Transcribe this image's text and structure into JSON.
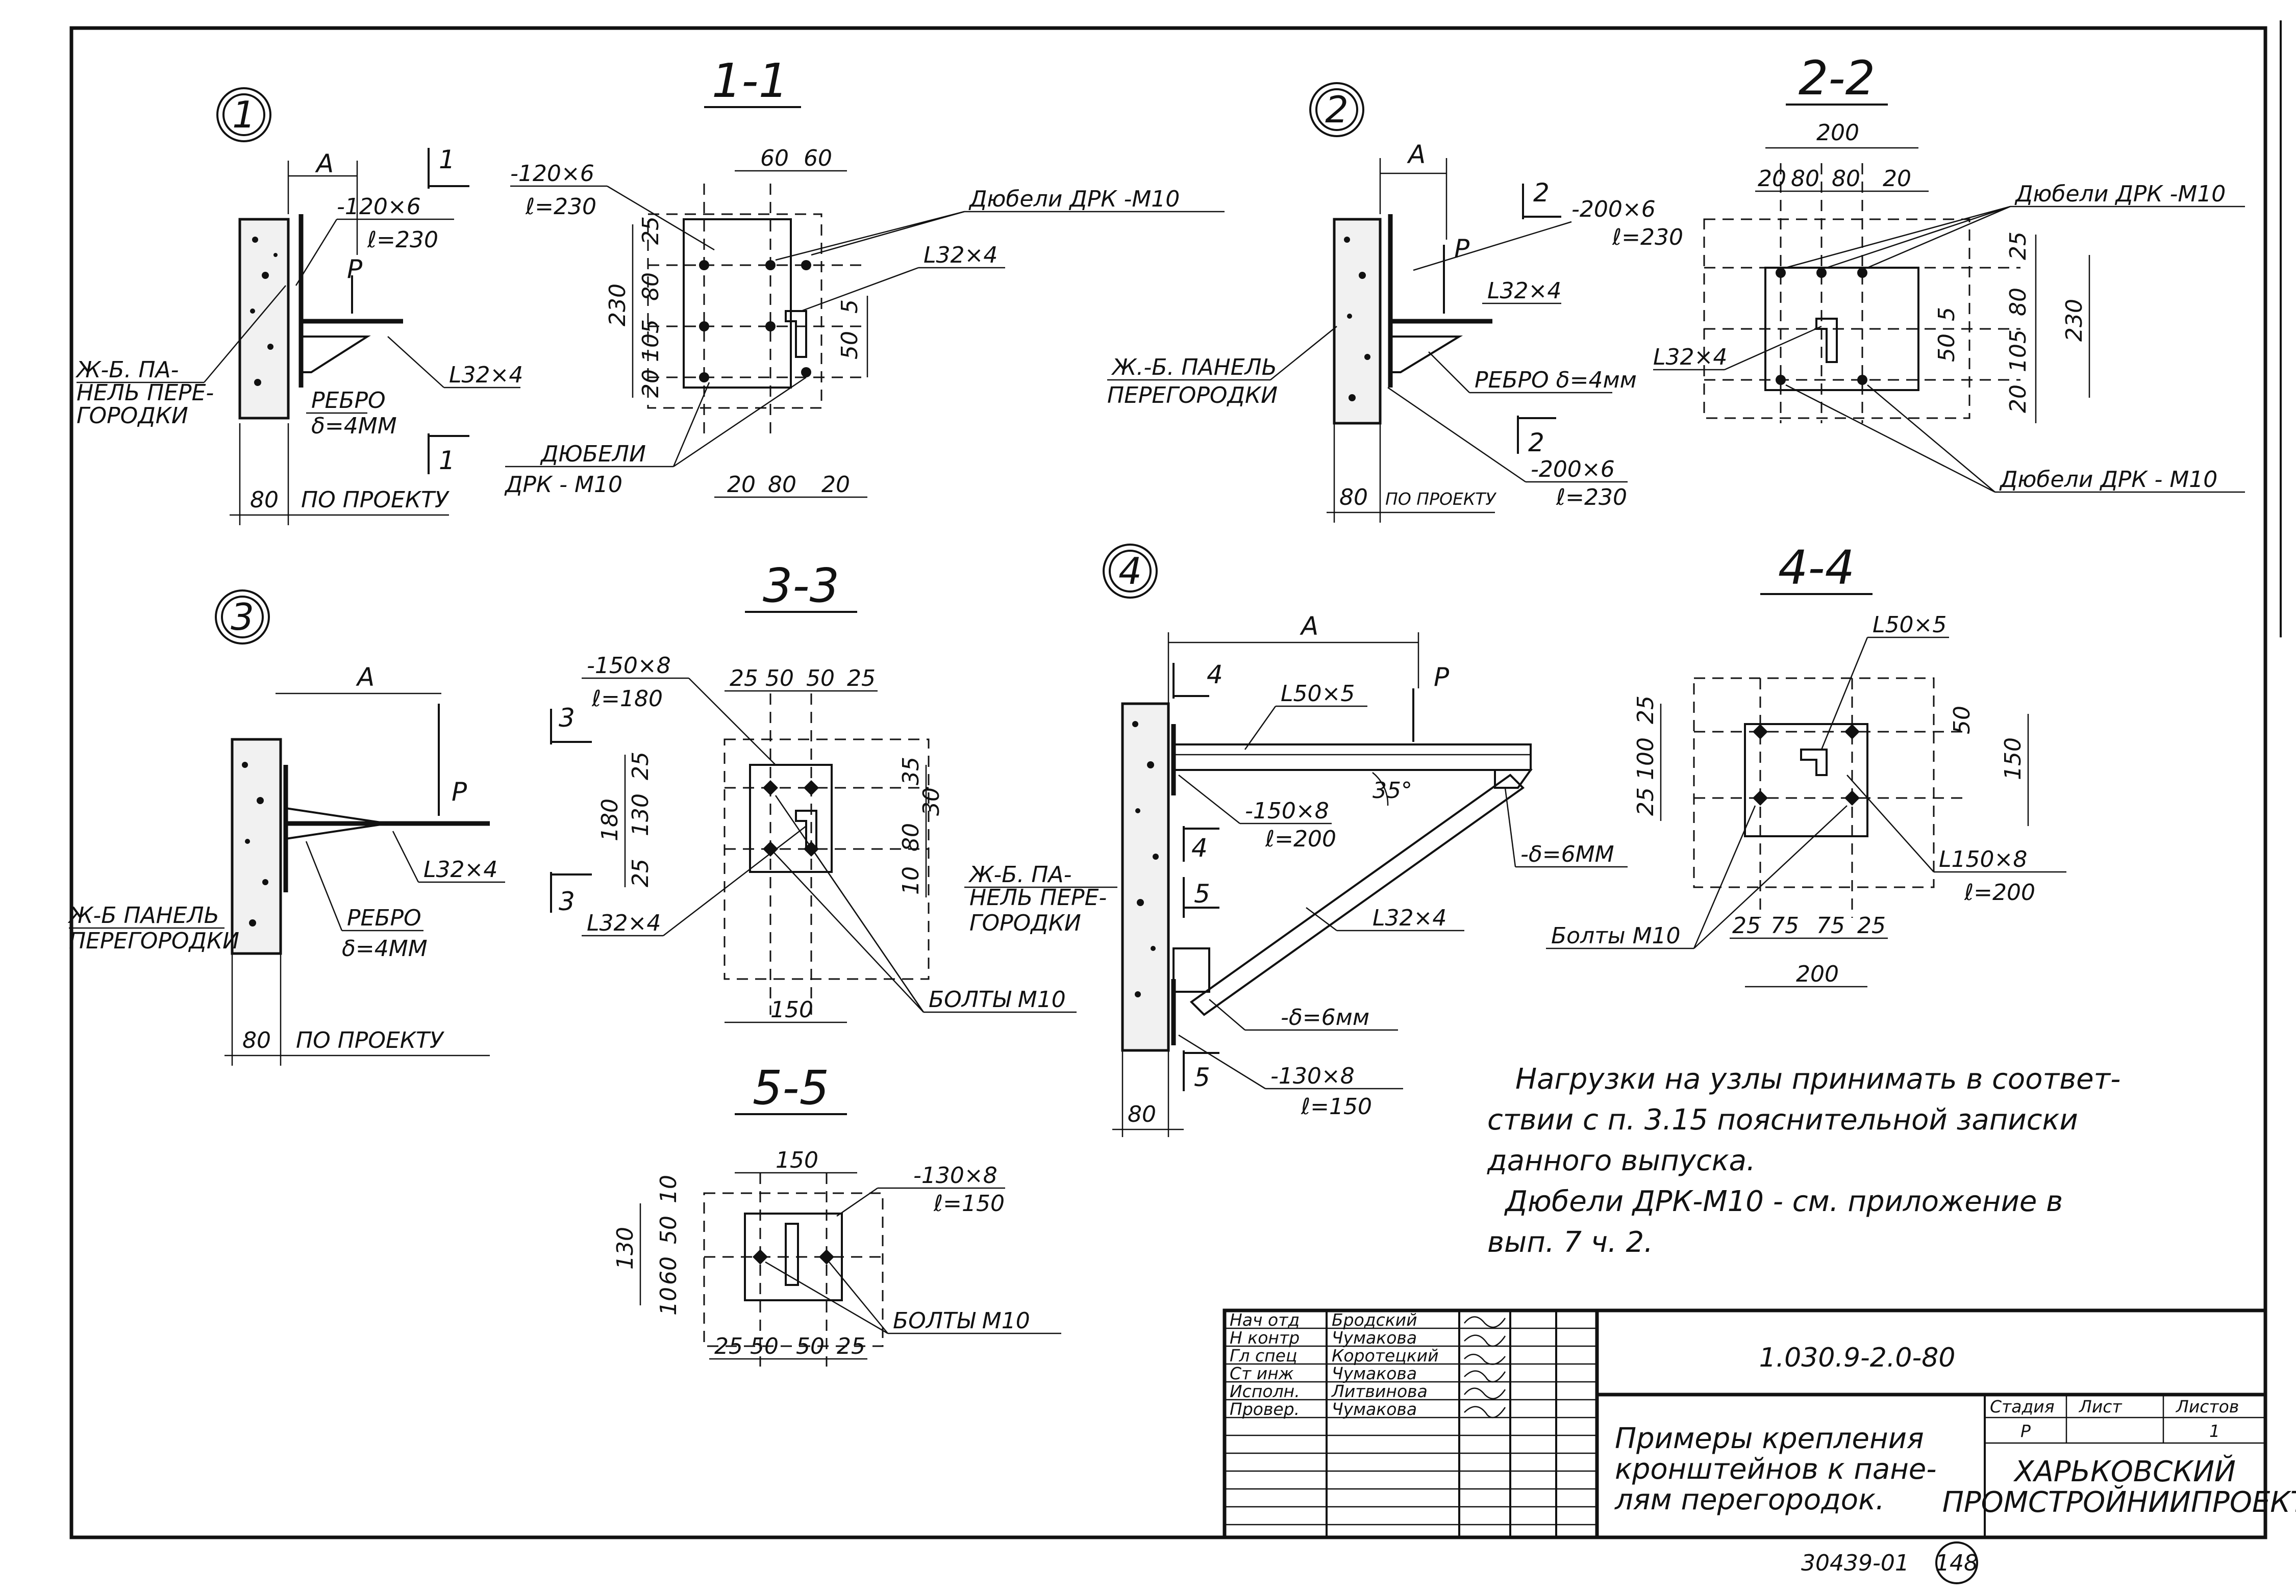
{
  "nodes": {
    "n1": {
      "marker": "1",
      "section_title": "1-1",
      "dim_a": "A",
      "cut_mark": "1",
      "plate_label_1": "-120×6",
      "plate_label_2": "ℓ=230",
      "load": "P",
      "angle_main": "L32×4",
      "panel_1": "Ж-Б. ПА-",
      "panel_2": "НЕЛЬ ПЕРЕ-",
      "panel_3": "ГОРОДКИ",
      "rib_1": "РЕБРО",
      "rib_2": "δ=4ММ",
      "dim_80": "80",
      "by_project": "ПО ПРОЕКТУ",
      "sec_plate_1": "-120×6",
      "sec_plate_2": "ℓ=230",
      "sec_top_a": "60",
      "sec_top_b": "60",
      "sec_dowel_top": "Дюбели ДРК -М10",
      "sec_angle": "L32×4",
      "sec_h_total": "230",
      "sec_h_a": "25",
      "sec_h_b": "80",
      "sec_h_c": "105",
      "sec_h_d": "20",
      "sec_r_a": "5",
      "sec_r_b": "50",
      "sec_dowel_1": "ДЮБЕЛИ",
      "sec_dowel_2": "ДРК - М10",
      "sec_bot_a": "20",
      "sec_bot_b": "80",
      "sec_bot_c": "20"
    },
    "n2": {
      "marker": "2",
      "section_title": "2-2",
      "dim_a": "A",
      "cut_mark": "2",
      "plate_label_1": "-200×6",
      "plate_label_2": "ℓ=230",
      "load": "P",
      "angle_main": "L32×4",
      "panel_1": "Ж.-Б. ПАНЕЛЬ",
      "panel_2": "ПЕРЕГОРОДКИ",
      "rib": "РЕБРО δ=4мм",
      "plate_bot_1": "-200×6",
      "plate_bot_2": "ℓ=230",
      "dim_80": "80",
      "by_project": "ПО ПРОЕКТУ",
      "sec_w": "200",
      "sec_top_a": "20",
      "sec_top_b": "80",
      "sec_top_c": "80",
      "sec_top_d": "20",
      "sec_dowel_top": "Дюбели ДРК -М10",
      "sec_angle": "L32×4",
      "sec_h_total": "230",
      "sec_h_a": "25",
      "sec_h_b": "80",
      "sec_h_c": "105",
      "sec_h_d": "20",
      "sec_r_a": "5",
      "sec_r_b": "50",
      "sec_dowel_bot": "Дюбели ДРК - М10"
    },
    "n3": {
      "marker": "3",
      "section_title": "3-3",
      "dim_a": "A",
      "load": "P",
      "angle_main": "L32×4",
      "panel_1": "Ж-Б ПАНЕЛЬ",
      "panel_2": "ПЕРЕГОРОДКИ",
      "rib_1": "РЕБРО",
      "rib_2": "δ=4ММ",
      "dim_80": "80",
      "by_project": "ПО ПРОЕКТУ",
      "sec_plate_1": "-150×8",
      "sec_plate_2": "ℓ=180",
      "cut_mark": "3",
      "sec_top_a": "25",
      "sec_top_b": "50",
      "sec_top_c": "50",
      "sec_top_d": "25",
      "sec_h_total": "180",
      "sec_h_a": "25",
      "sec_h_b": "130",
      "sec_h_c": "25",
      "sec_r_a": "35",
      "sec_r_b": "30",
      "sec_r_c": "80",
      "sec_r_d": "10",
      "sec_angle": "L32×4",
      "sec_w": "150",
      "sec_bolts": "БОЛТЫ М10"
    },
    "n4": {
      "marker": "4",
      "section_title": "4-4",
      "dim_a": "A",
      "cut_mark": "4",
      "load": "P",
      "angle_top": "L50×5",
      "plate_1": "-150×8",
      "plate_2": "ℓ=200",
      "angle_deg": "35°",
      "gusset": "-δ=6ММ",
      "panel_1": "Ж-Б. ПА-",
      "panel_2": "НЕЛЬ ПЕРЕ-",
      "panel_3": "ГОРОДКИ",
      "cut_mark_5": "5",
      "angle_strut": "L32×4",
      "gusset_bot": "-δ=6мм",
      "plate_bot_1": "-130×8",
      "plate_bot_2": "ℓ=150",
      "dim_80": "80",
      "sec_angle_top": "L50×5",
      "sec_h_a": "25",
      "sec_h_b": "100",
      "sec_h_c": "25",
      "sec_r_a": "50",
      "sec_r_total": "150",
      "sec_angle_r_1": "L150×8",
      "sec_angle_r_2": "ℓ=200",
      "sec_bolts": "Болты М10",
      "sec_bot_a": "25",
      "sec_bot_b": "75",
      "sec_bot_c": "75",
      "sec_bot_d": "25",
      "sec_w": "200"
    },
    "n5": {
      "section_title": "5-5",
      "sec_w": "150",
      "sec_plate_1": "-130×8",
      "sec_plate_2": "ℓ=150",
      "sec_h_total": "130",
      "sec_h_a": "10",
      "sec_h_b": "50",
      "sec_h_c": "60",
      "sec_h_d": "10",
      "sec_bolts": "БОЛТЫ М10",
      "sec_bot_a": "25",
      "sec_bot_b": "50",
      "sec_bot_c": "50",
      "sec_bot_d": "25"
    }
  },
  "notes": {
    "line1": "Нагрузки на узлы принимать в соответ-",
    "line2": "ствии с п. 3.15 пояснительной записки",
    "line3": "данного выпуска.",
    "line4": "Дюбели ДРК-М10 - см. приложение в",
    "line5": "вып. 7 ч. 2."
  },
  "title_block": {
    "roles": [
      "Нач отд",
      "Н контр",
      "Гл спец",
      "Ст инж",
      "Исполн.",
      "Провер."
    ],
    "names": [
      "Бродский",
      "Чумакова",
      "Коротецкий",
      "Чумакова",
      "Литвинова",
      "Чумакова"
    ],
    "doc_code": "1.030.9-2.0-80",
    "title_1": "Примеры крепления",
    "title_2": "кронштейнов к пане-",
    "title_3": "лям перегородок.",
    "stage_label": "Стадия",
    "sheet_label": "Лист",
    "sheets_label": "Листов",
    "stage_value": "Р",
    "sheets_value": "1",
    "org_1": "ХАРЬКОВСКИЙ",
    "org_2": "ПРОМСТРОЙНИИПРОЕКТ"
  },
  "footer": {
    "inventory": "30439-01",
    "page": "148"
  }
}
